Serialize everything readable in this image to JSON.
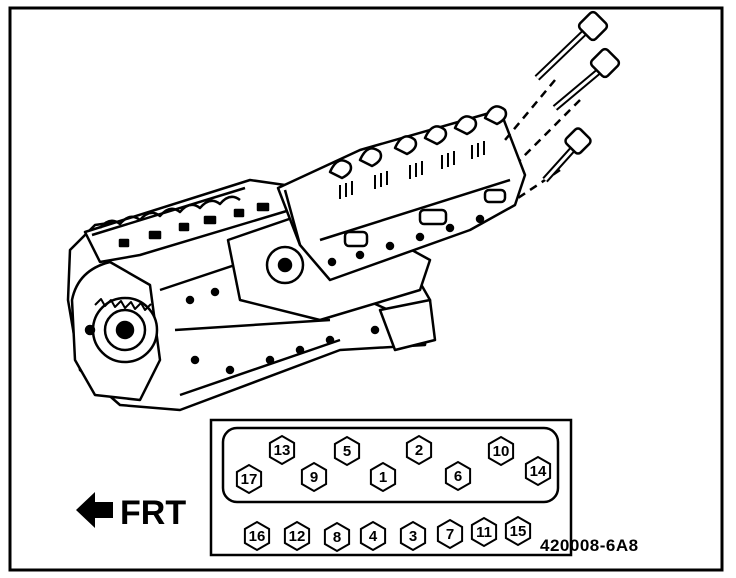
{
  "figure": {
    "direction_label": "FRT",
    "part_number": "420008-6A8"
  },
  "bolts": [
    {
      "n": "13"
    },
    {
      "n": "5"
    },
    {
      "n": "2"
    },
    {
      "n": "10"
    },
    {
      "n": "17"
    },
    {
      "n": "9"
    },
    {
      "n": "1"
    },
    {
      "n": "6"
    },
    {
      "n": "14"
    },
    {
      "n": "16"
    },
    {
      "n": "12"
    },
    {
      "n": "8"
    },
    {
      "n": "4"
    },
    {
      "n": "3"
    },
    {
      "n": "7"
    },
    {
      "n": "11"
    },
    {
      "n": "15"
    }
  ]
}
